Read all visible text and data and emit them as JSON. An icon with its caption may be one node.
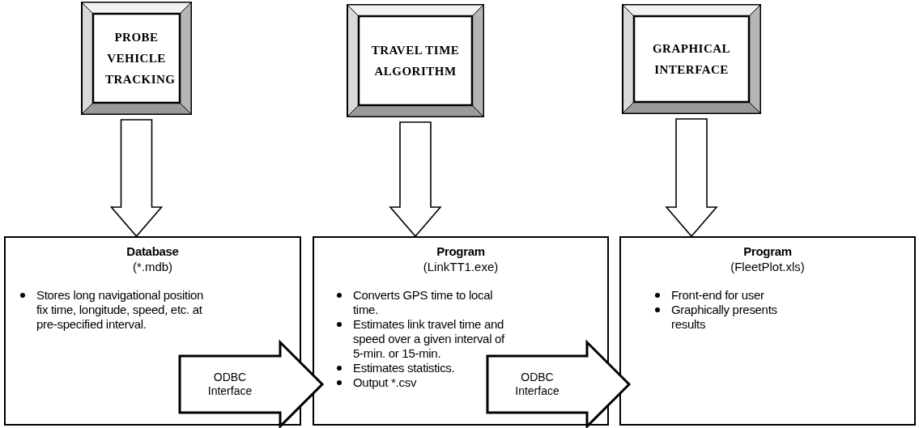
{
  "diagram": {
    "nodes": [
      {
        "text": [
          "PROBE VEHICLE TRACKING"
        ]
      },
      {
        "text": [
          "TRAVEL TIME ALGORITHM"
        ]
      },
      {
        "text": [
          "GRAPHICAL INTERFACE"
        ]
      },
      {
        "text": [
          "Database",
          "(*.mdb)",
          "Stores long navigational position fix time, longitude, speed, etc. at pre-specified interval."
        ]
      },
      {
        "text": [
          "Program",
          "(LinkTT1.exe)",
          "Converts GPS time to local time.",
          "Estimates link travel time and speed over a given interval of 5-min. or 15-min.",
          "Estimates statistics.",
          "Output *.csv"
        ]
      },
      {
        "text": [
          "Program",
          "(FleetPlot.xls)",
          "Front-end for user",
          "Graphically presents results"
        ]
      }
    ],
    "edges": [
      {
        "from": 0,
        "to": 3,
        "arrow": "to"
      },
      {
        "from": 1,
        "to": 4,
        "arrow": "to"
      },
      {
        "from": 2,
        "to": 5,
        "arrow": "to"
      },
      {
        "from": 3,
        "to": 4,
        "arrow": "to",
        "label": "ODBC Interface",
        "style": "thick"
      },
      {
        "from": 4,
        "to": 5,
        "arrow": "to",
        "label": "ODBC Interface",
        "style": "thick"
      }
    ]
  }
}
